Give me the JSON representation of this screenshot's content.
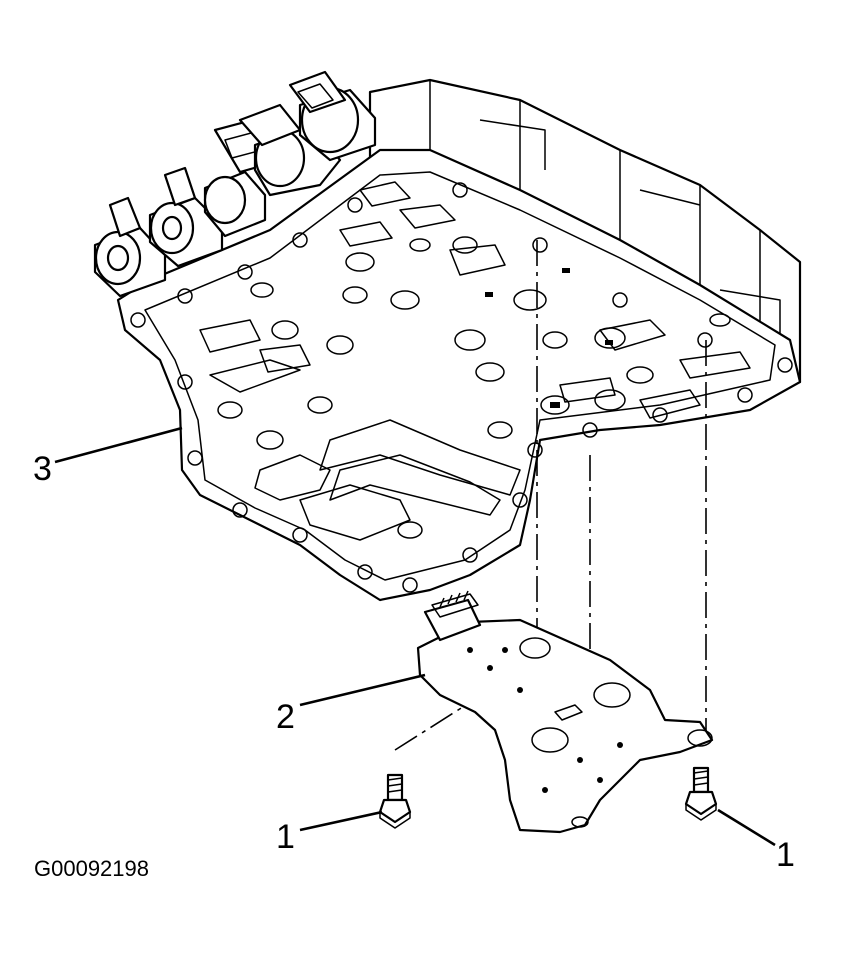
{
  "callouts": {
    "bolt_left": "1",
    "bolt_right": "1",
    "bracket": "2",
    "valve_body": "3"
  },
  "figure_id": "G00092198",
  "colors": {
    "line": "#000000",
    "background": "#ffffff"
  }
}
